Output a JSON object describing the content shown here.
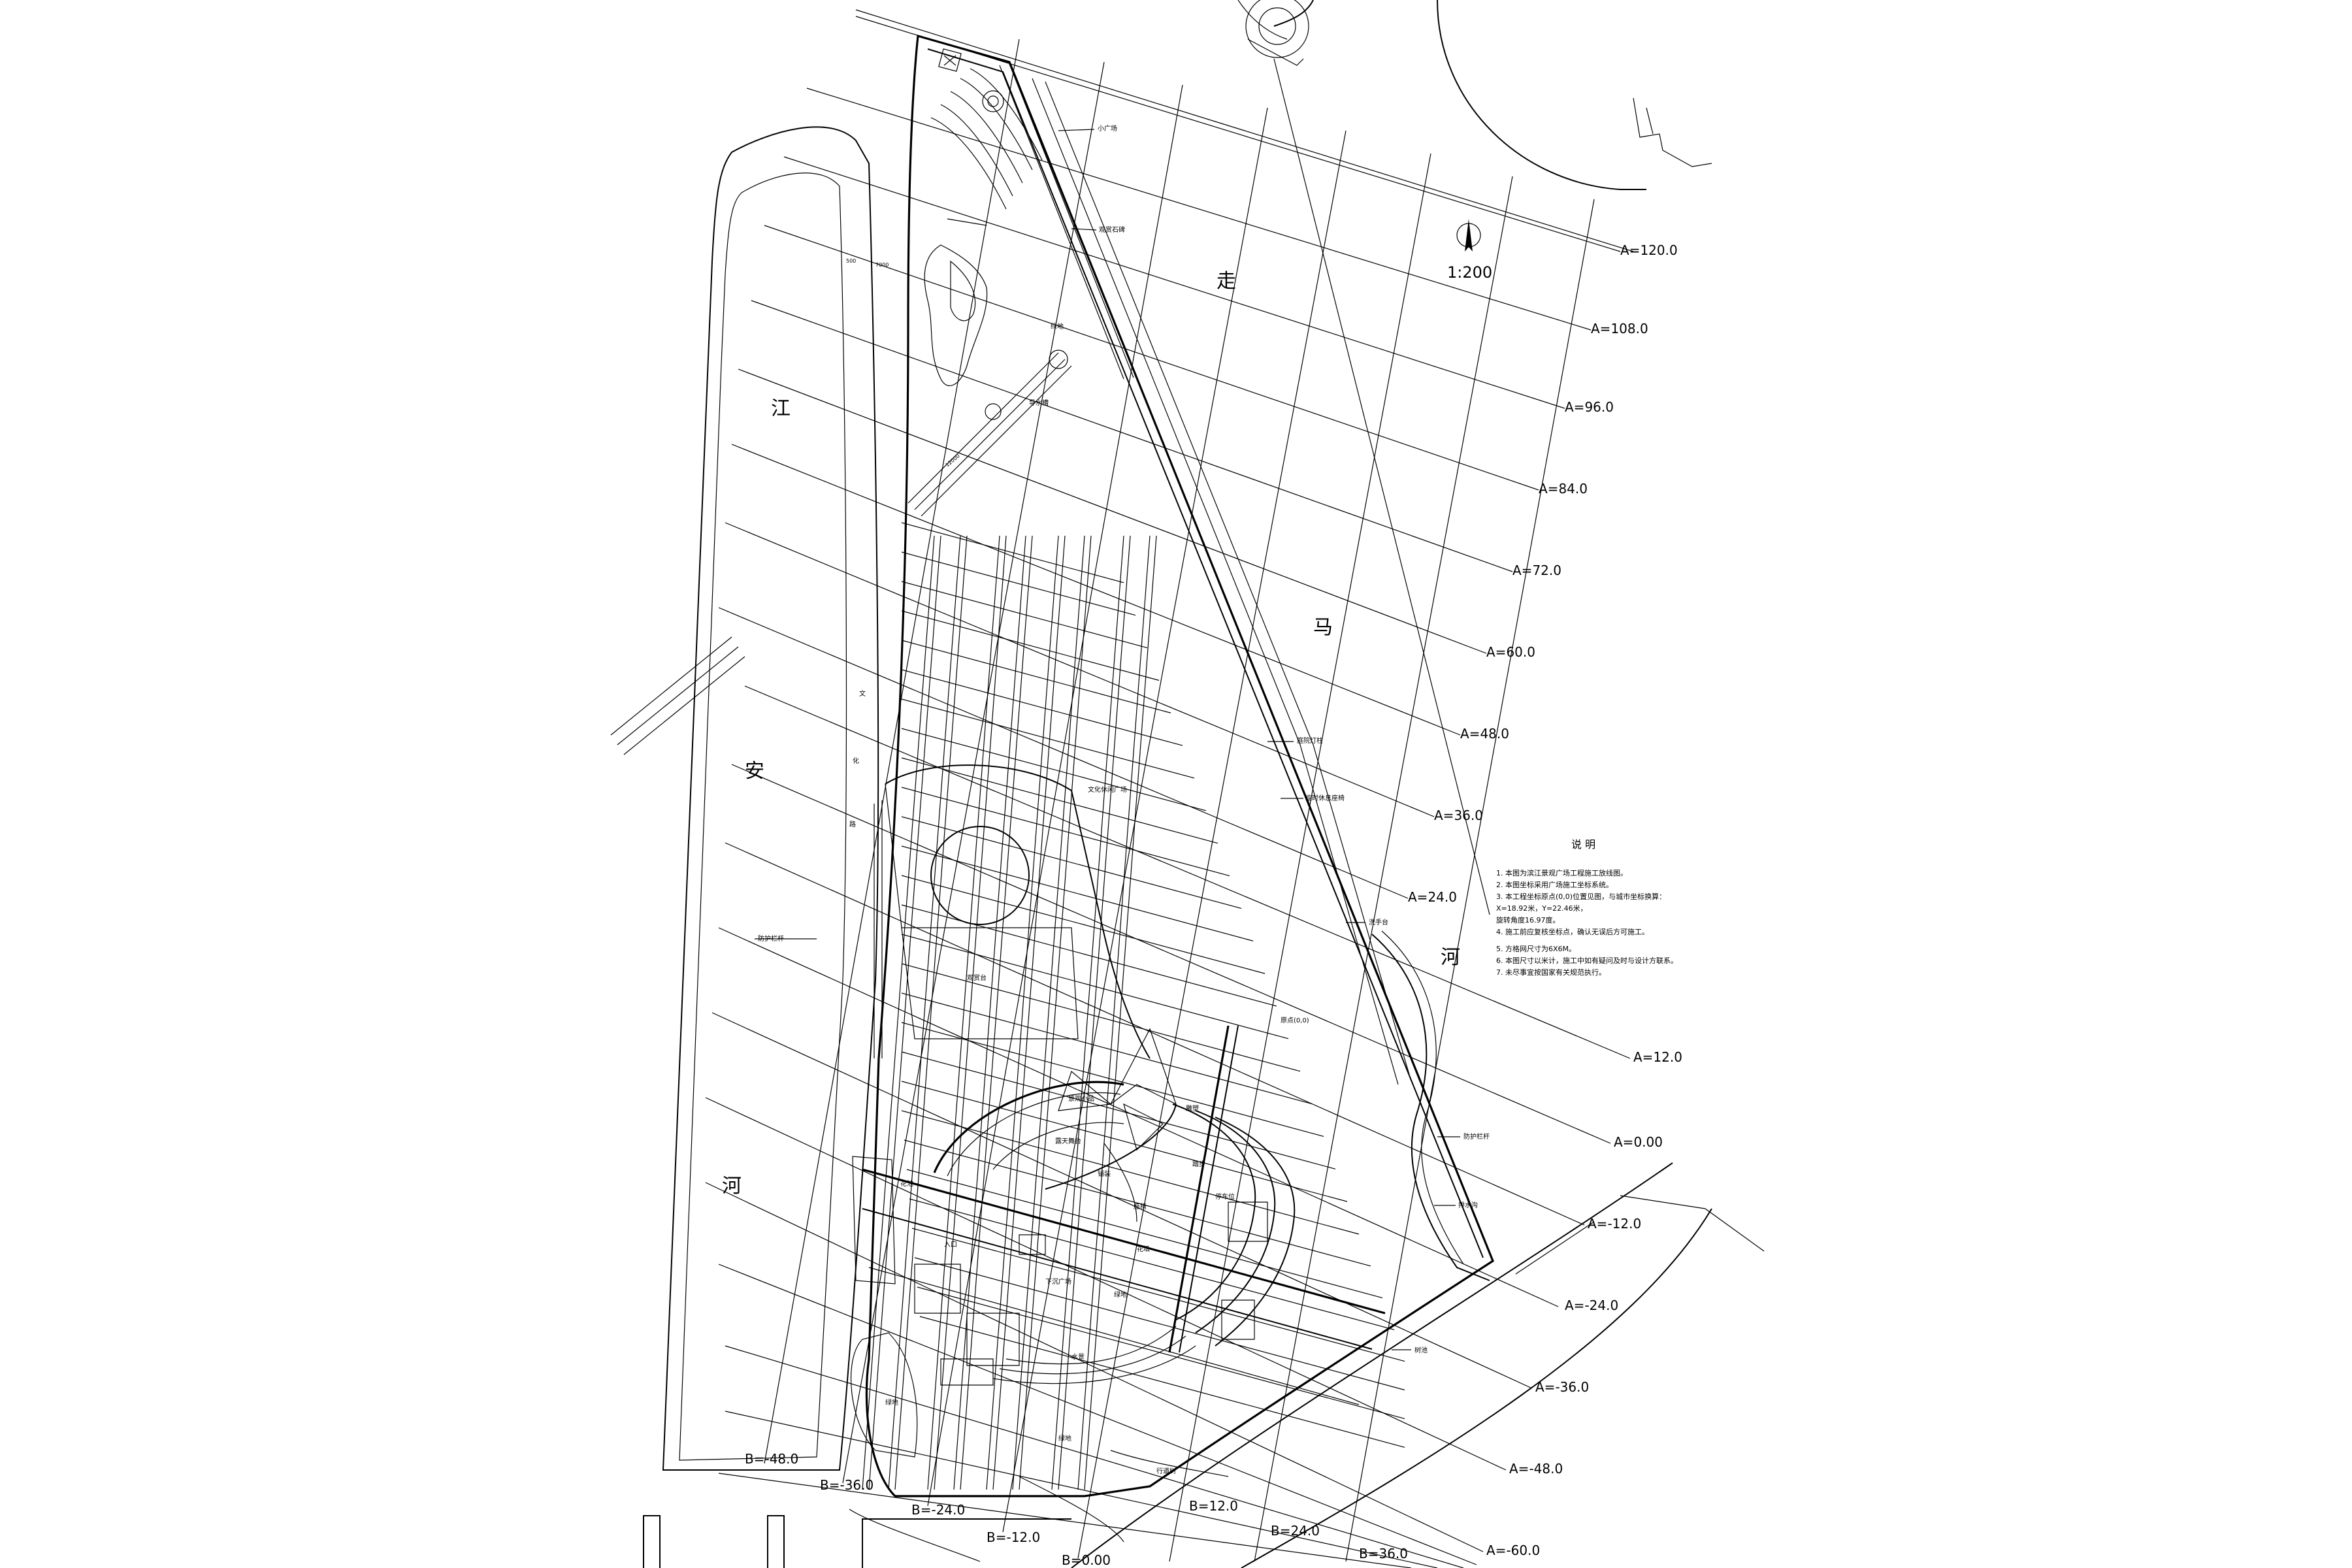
{
  "scale": "1:200",
  "river_labels": [
    "江",
    "安",
    "河"
  ],
  "river_labels_right": [
    "河"
  ],
  "road_labels": [
    "走",
    "马"
  ],
  "road_labels_left": [
    "文",
    "化",
    "路"
  ],
  "a_grid": [
    "A=120.0",
    "A=108.0",
    "A=96.0",
    "A=84.0",
    "A=72.0",
    "A=60.0",
    "A=48.0",
    "A=36.0",
    "A=24.0",
    "A=12.0",
    "A=0.00",
    "A=-12.0",
    "A=-24.0",
    "A=-36.0",
    "A=-48.0",
    "A=-60.0"
  ],
  "b_grid": [
    "B=-48.0",
    "B=-36.0",
    "B=-24.0",
    "B=-12.0",
    "B=0.00",
    "B=12.0",
    "B=24.0",
    "B=36.0"
  ],
  "area_labels": {
    "small_square": "小广场",
    "scenic_stone": "观赏石碑",
    "guide_sign": "导水槽",
    "lawn_top": "绿地",
    "culture_square": "文化休闲广场",
    "viewing": "观赏台",
    "stage": "露天舞台",
    "landscape_sketch": "景观小品",
    "flower_bed": "花池",
    "lamp": "庭院灯柱",
    "rest_area": "临时休息座椅",
    "wash": "洗手台",
    "origin": "原点(0,0)",
    "guardrail_left": "防护栏杆",
    "guardrail_right": "防护栏杆",
    "drain": "排水沟",
    "tree_pool": "树池",
    "plaza_bottom": "下沉广场",
    "entrance": "入口",
    "lawn_a": "绿地",
    "lawn_b": "绿地",
    "lawn_c": "绿地",
    "steps": "踏步",
    "parking": "停车位",
    "tree_row": "行道树",
    "flower": "花坛",
    "pavement": "铺装",
    "sculpture": "雕塑",
    "seat": "座椅",
    "water": "水景"
  },
  "dims": {
    "d1": "500",
    "d2": "7000",
    "d3": "12000"
  },
  "notes": {
    "title": "说 明",
    "items": [
      "1. 本图为滨江景观广场工程施工放线图。",
      "2. 本图坐标采用广场施工坐标系统。",
      "3. 本工程坐标原点(0,0)位置见图，与城市坐标换算：",
      "   X=18.92米，Y=22.46米，",
      "   旋转角度16.97度。",
      "4. 施工前应复核坐标点，确认无误后方可施工。",
      "5. 方格网尺寸为6X6M。",
      "6. 本图尺寸以米计，施工中如有疑问及时与设计方联系。",
      "7. 未尽事宜按国家有关规范执行。"
    ]
  }
}
